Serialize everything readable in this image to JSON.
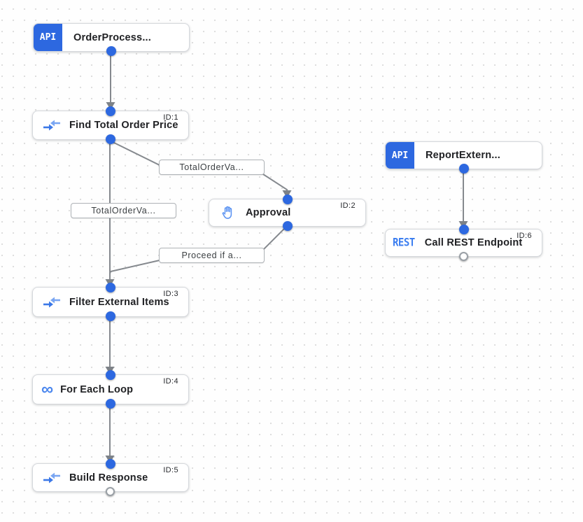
{
  "canvas": {
    "background": "#fefefe",
    "grid_dot_color": "#dedede",
    "accent_blue": "#2d68e0",
    "icon_blue": "#4285f4",
    "edge_color": "#85898e"
  },
  "nodes": {
    "order_trigger": {
      "label": "OrderProcess...",
      "badge": "API",
      "task_id": ""
    },
    "find_total": {
      "label": "Find Total Order Price",
      "task_id": "ID:1"
    },
    "approval": {
      "label": "Approval",
      "task_id": "ID:2"
    },
    "filter_items": {
      "label": "Filter External Items",
      "task_id": "ID:3"
    },
    "for_each": {
      "label": "For Each Loop",
      "task_id": "ID:4",
      "icon_glyph": "∞"
    },
    "build_response": {
      "label": "Build Response",
      "task_id": "ID:5"
    },
    "report_trigger": {
      "label": "ReportExtern...",
      "badge": "API",
      "task_id": ""
    },
    "call_rest": {
      "label": "Call REST Endpoint",
      "badge": "REST",
      "task_id": "ID:6"
    }
  },
  "edge_labels": {
    "to_approval": "TotalOrderVa...",
    "to_filter": "TotalOrderVa...",
    "from_approval": "Proceed if a..."
  },
  "icons": {
    "data_mapping": "data-mapping-arrows",
    "approval": "hand-pan-tool",
    "loop": "infinity"
  }
}
